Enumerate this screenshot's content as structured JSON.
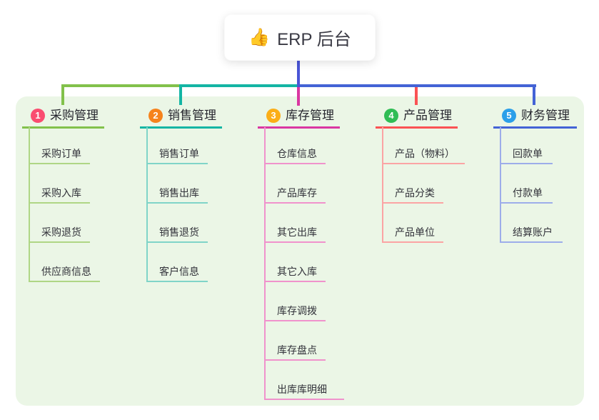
{
  "root": {
    "icon": "👍",
    "title": "ERP 后台"
  },
  "colors": {
    "page_background": "#ffffff",
    "panel_background": "#ebf6e6",
    "root_connector": "#4a55d6",
    "title_text": "#26262e",
    "child_text": "#32323a"
  },
  "branches": [
    {
      "number": "1",
      "label": "采购管理",
      "badge_color": "#fa4d70",
      "line_color": "#82c14b",
      "light_line_color": "#afd685",
      "children": [
        "采购订单",
        "采购入库",
        "采购退货",
        "供应商信息"
      ]
    },
    {
      "number": "2",
      "label": "销售管理",
      "badge_color": "#f6831d",
      "line_color": "#14b5a4",
      "light_line_color": "#80d4c8",
      "children": [
        "销售订单",
        "销售出库",
        "销售退货",
        "客户信息"
      ]
    },
    {
      "number": "3",
      "label": "库存管理",
      "badge_color": "#fbae17",
      "line_color": "#da37a2",
      "light_line_color": "#f092cc",
      "children": [
        "仓库信息",
        "产品库存",
        "其它出库",
        "其它入库",
        "库存调拨",
        "库存盘点",
        "出库库明细"
      ]
    },
    {
      "number": "4",
      "label": "产品管理",
      "badge_color": "#30bd55",
      "line_color": "#fa5254",
      "light_line_color": "#fba4a4",
      "children": [
        "产品（物料）",
        "产品分类",
        "产品单位"
      ]
    },
    {
      "number": "5",
      "label": "财务管理",
      "badge_color": "#2b9fe9",
      "line_color": "#4463d6",
      "light_line_color": "#9dadea",
      "children": [
        "回款单",
        "付款单",
        "结算账户"
      ]
    }
  ]
}
